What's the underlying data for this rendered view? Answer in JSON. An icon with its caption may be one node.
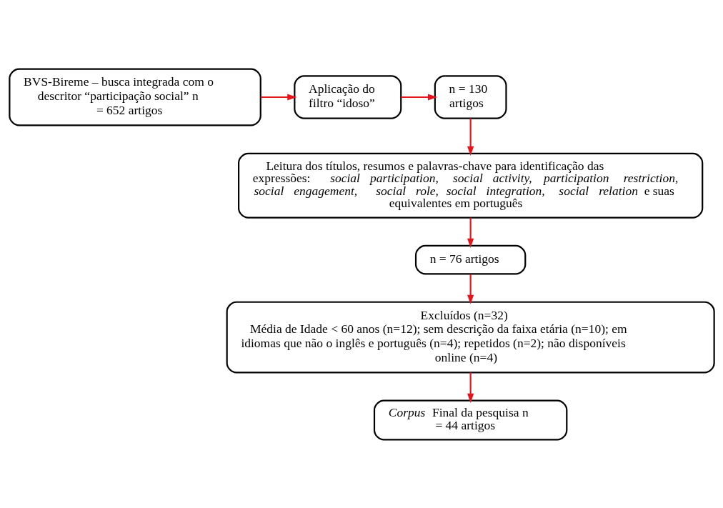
{
  "diagram": {
    "nodes": [
      {
        "text": [
          "BVS-Bireme – busca integrada com o descritor “participação social” n = 652 artigos"
        ]
      },
      {
        "text": [
          "Aplicação do filtro “idoso”"
        ]
      },
      {
        "text": [
          "n = 130 artigos"
        ]
      },
      {
        "text": [
          "Leitura dos títulos, resumos e palavras-chave para identificação das expressões: *social participation, social activity, participation restriction, social engagement, social role, social integration, social relation* e suas equivalentes em português"
        ]
      },
      {
        "text": [
          "n = 76 artigos"
        ]
      },
      {
        "text": [
          "Excluídos (n=32)",
          "Média de Idade < 60 anos (n=12); sem descrição da faixa etária (n=10); em idiomas que não o inglês e português (n=4); repetidos (n=2); não disponíveis online (n=4)"
        ]
      },
      {
        "text": [
          "*Corpus* Final da pesquisa n = 44 artigos"
        ]
      }
    ],
    "edges": [
      {
        "from": 0,
        "to": 1,
        "arrow": "to"
      },
      {
        "from": 1,
        "to": 2,
        "arrow": "to"
      },
      {
        "from": 2,
        "to": 3,
        "arrow": "to"
      },
      {
        "from": 3,
        "to": 4,
        "arrow": "to"
      },
      {
        "from": 4,
        "to": 5,
        "arrow": "to"
      },
      {
        "from": 5,
        "to": 6,
        "arrow": "to"
      }
    ]
  }
}
